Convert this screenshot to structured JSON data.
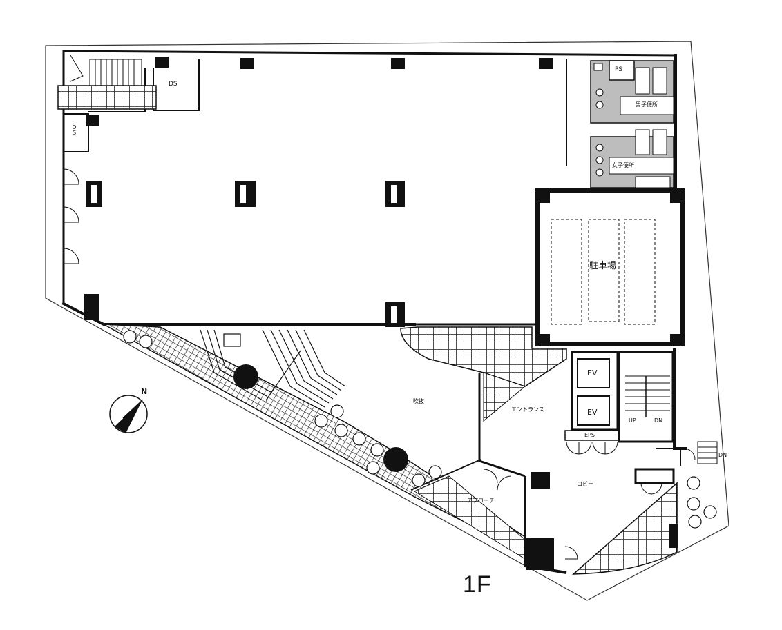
{
  "floor_label": "1F",
  "compass": {
    "north_label": "N"
  },
  "rooms": {
    "ds_top": "DS",
    "ds_left": "DS",
    "ps": "PS",
    "mens_restroom": "男子便所",
    "womens_restroom": "女子便所",
    "parking": "駐車場",
    "ev_upper": "EV",
    "ev_lower": "EV",
    "eps": "EPS",
    "up": "UP",
    "dn": "DN",
    "dn_outside": "DN",
    "atrium": "吹抜",
    "entrance": "エントランス",
    "lobby": "ロビー",
    "approach": "アプローチ"
  },
  "colors": {
    "wall": "#111111",
    "restroom_fill": "#bdbdbd",
    "hatch": "#222222"
  }
}
